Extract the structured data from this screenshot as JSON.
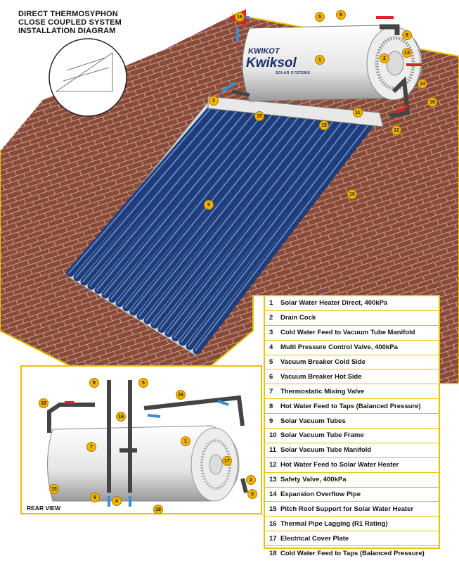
{
  "title_lines": [
    "DIRECT THERMOSYPHON",
    "CLOSE COUPLED SYSTEM",
    "INSTALLATION DIAGRAM"
  ],
  "brand": {
    "top": "KWIKOT",
    "main": "Kwiksol",
    "sub": "SOLAR SYSTEMS"
  },
  "rear_view_label": "REAR VIEW",
  "legend": [
    {
      "num": "1",
      "text": "Solar Water Heater Direct, 400kPa"
    },
    {
      "num": "2",
      "text": "Drain Cock"
    },
    {
      "num": "3",
      "text": "Cold Water Feed to Vacuum Tube Manifold"
    },
    {
      "num": "4",
      "text": "Multi Pressure Control Valve, 400kPa"
    },
    {
      "num": "5",
      "text": "Vacuum Breaker Cold Side"
    },
    {
      "num": "6",
      "text": "Vacuum Breaker Hot Side"
    },
    {
      "num": "7",
      "text": "Thermostatic Mixing Valve"
    },
    {
      "num": "8",
      "text": "Hot Water Feed to Taps (Balanced Pressure)"
    },
    {
      "num": "9",
      "text": "Solar Vacuum Tubes"
    },
    {
      "num": "10",
      "text": "Solar Vacuum Tube Frame"
    },
    {
      "num": "11",
      "text": "Solar Vacuum Tube Manifold"
    },
    {
      "num": "12",
      "text": "Hot Water Feed to Solar Water Heater"
    },
    {
      "num": "13",
      "text": "Safety Valve, 400kPa"
    },
    {
      "num": "14",
      "text": "Expansion Overflow Pipe"
    },
    {
      "num": "15",
      "text": "Pitch Roof Support for Solar Water Heater"
    },
    {
      "num": "16",
      "text": "Thermal Pipe Lagging (R1 Rating)"
    },
    {
      "num": "17",
      "text": "Electrical Cover Plate"
    },
    {
      "num": "18",
      "text": "Cold Water Feed to Taps (Balanced Pressure)"
    }
  ],
  "callouts_main": [
    "1",
    "2",
    "3",
    "5",
    "6",
    "8",
    "9",
    "10",
    "11",
    "12",
    "13",
    "14",
    "15",
    "15",
    "16",
    "16"
  ],
  "callouts_rear": [
    "1",
    "2",
    "3",
    "4",
    "5",
    "7",
    "8",
    "8",
    "15",
    "16",
    "16",
    "17",
    "18",
    "18"
  ],
  "colors": {
    "roof": "#8a4a3a",
    "roof_lines": "#c8a08c",
    "tubes": "#1e3c78",
    "border": "#e8c400",
    "hot_arrow": "#e02020",
    "cold_arrow": "#3a8ed8",
    "badge": "#f0b400"
  }
}
